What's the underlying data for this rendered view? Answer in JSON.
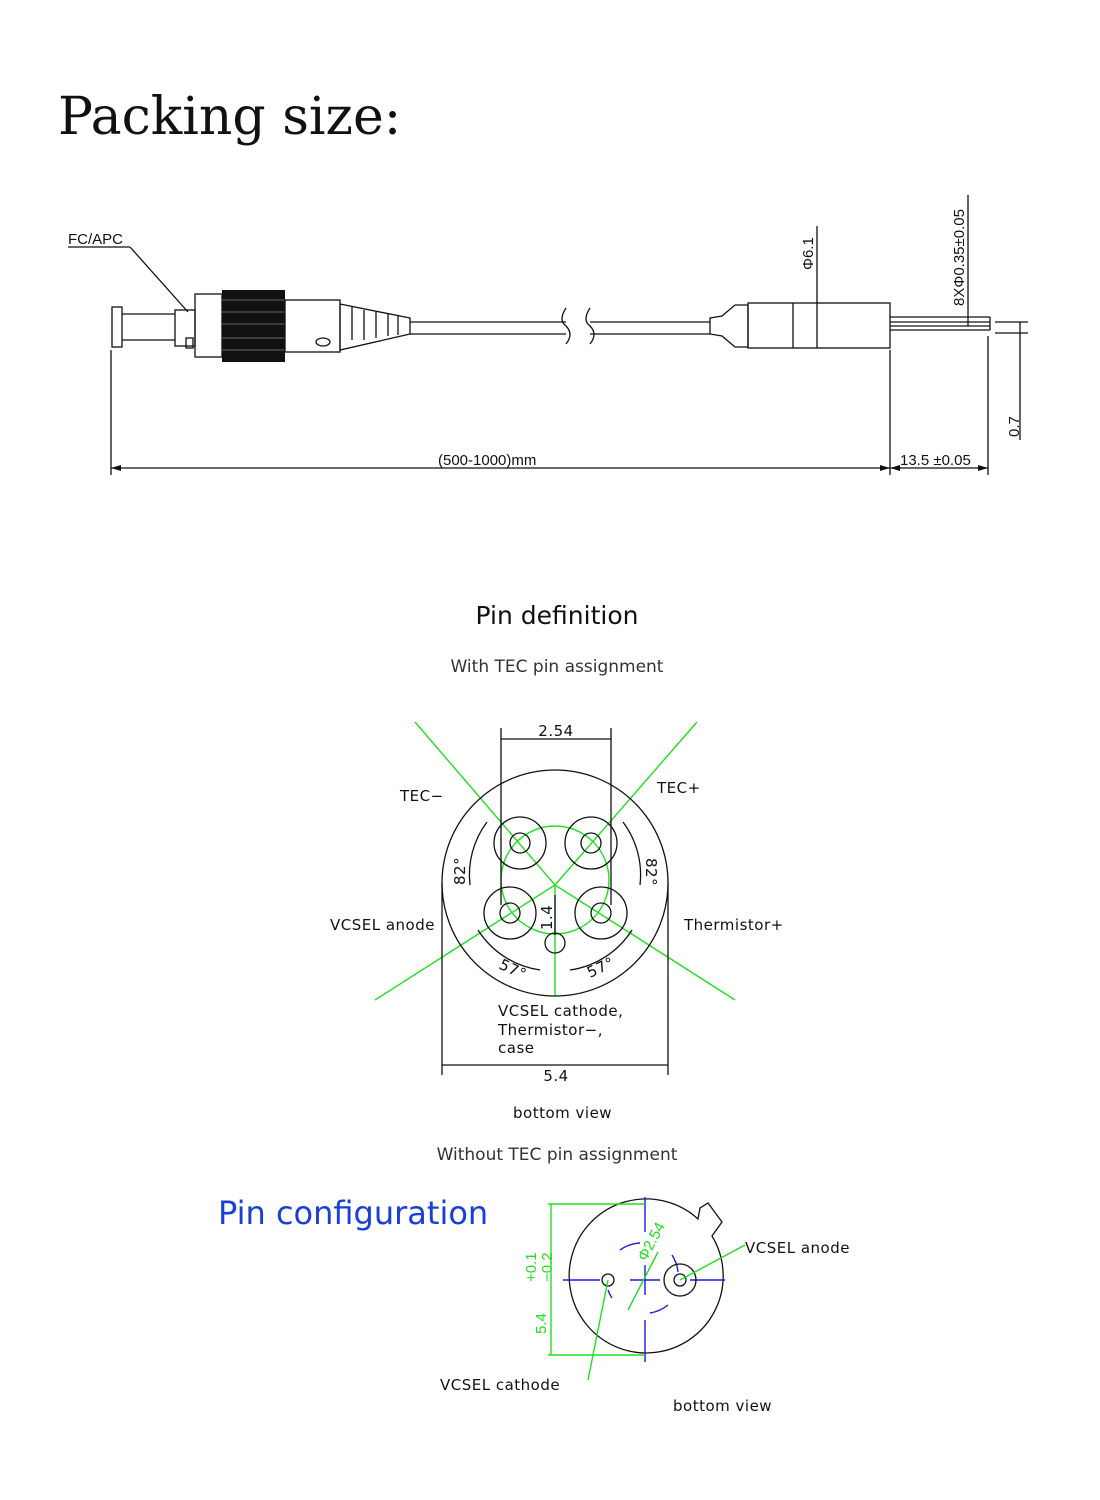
{
  "packing": {
    "title": "Packing size:",
    "labels": {
      "connector": "FC/APC",
      "length": "(500-1000)mm",
      "pin_length": "13.5 ±0.05",
      "body_diameter": "Φ6.1",
      "pin_spec": "8XΦ0.35±0.05",
      "pin_pitch": "0.7"
    }
  },
  "pin_definition": {
    "title": "Pin definition",
    "with_tec_caption": "With TEC pin assignment",
    "labels": {
      "tec_minus": "TEC−",
      "tec_plus": "TEC+",
      "vcsel_anode": "VCSEL anode",
      "thermistor_plus": "Thermistor+",
      "cathode_line1": "VCSEL cathode,",
      "cathode_line2": "Thermistor−,",
      "cathode_line3": "case",
      "bottom_view": "bottom view"
    },
    "dimensions": {
      "pitch": "2.54",
      "diameter": "5.4",
      "angle_upper": "82°",
      "angle_lower": "57°",
      "offset": "1.4"
    },
    "without_tec_caption": "Without TEC pin assignment"
  },
  "pin_configuration": {
    "title": "Pin configuration",
    "labels": {
      "vcsel_anode": "VCSEL anode",
      "vcsel_cathode": "VCSEL cathode",
      "bottom_view": "bottom view"
    },
    "dimensions": {
      "diameter": "5.4",
      "tolerance_plus": "+0.1",
      "tolerance_minus": "−0.2",
      "pin_circle": "Φ2.54"
    },
    "colors": {
      "title": "#1a3fd8",
      "dimension": "#1fe01f",
      "centerline": "#1a1ae0"
    }
  }
}
